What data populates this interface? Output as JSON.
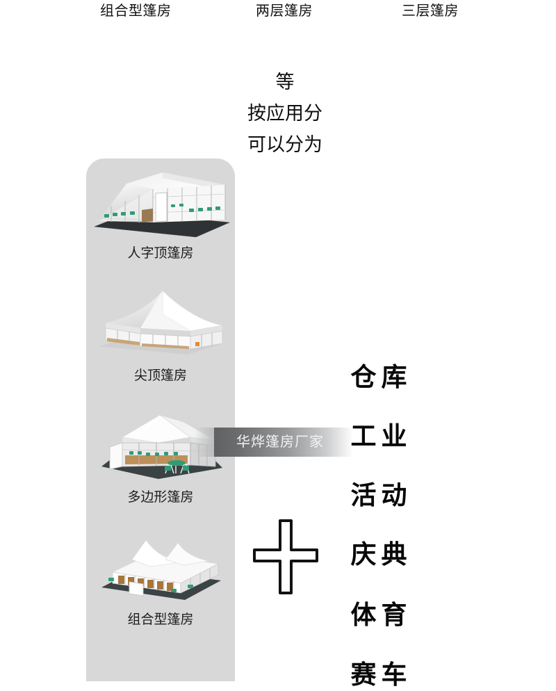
{
  "top_labels": [
    {
      "text": "组合型篷房"
    },
    {
      "text": "两层篷房"
    },
    {
      "text": "三层篷房"
    }
  ],
  "center_text": {
    "line1": "等",
    "line2": "按应用分",
    "line3": "可以分为"
  },
  "left_panel": {
    "cards": [
      {
        "caption": "人字顶篷房",
        "art": "gable-roof-tent-image"
      },
      {
        "caption": "尖顶篷房",
        "art": "peak-roof-tent-image"
      },
      {
        "caption": "多边形篷房",
        "art": "polygon-tent-image"
      },
      {
        "caption": "组合型篷房",
        "art": "combination-tent-image"
      }
    ]
  },
  "right_column": {
    "words": [
      {
        "text": "仓库"
      },
      {
        "text": "工业"
      },
      {
        "text": "活动"
      },
      {
        "text": "庆典"
      },
      {
        "text": "体育"
      },
      {
        "text": "赛车"
      }
    ]
  },
  "plus_icon": {
    "name": "plus-icon",
    "fill": "#ffffff",
    "stroke": "#111111"
  },
  "watermark": {
    "text": "华烨篷房厂家"
  },
  "colors": {
    "background": "#ffffff",
    "panel": "#d8d8d8",
    "text": "#111111",
    "watermark_text": "#f2f2f2"
  }
}
